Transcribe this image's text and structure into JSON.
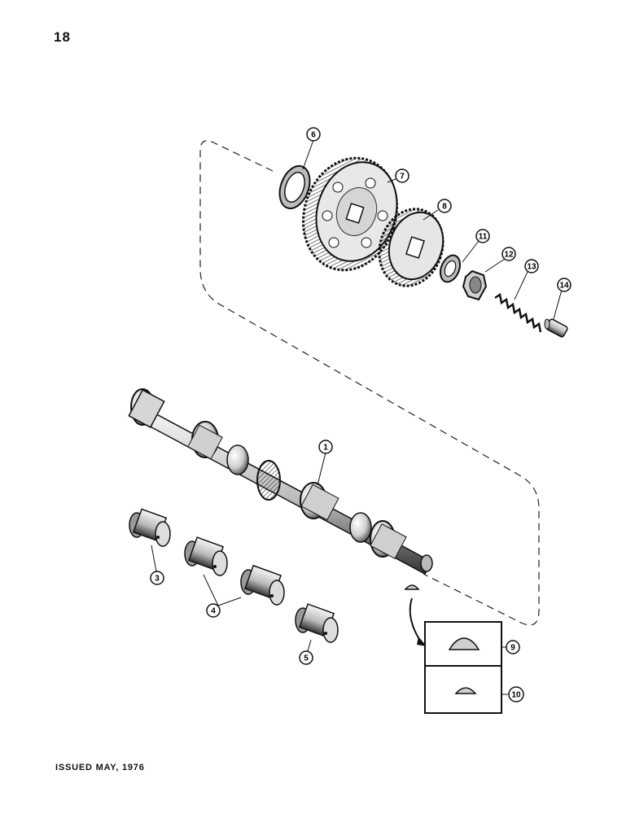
{
  "page": {
    "number": "18",
    "footer": "ISSUED MAY, 1976"
  },
  "callouts": [
    {
      "id": "c1",
      "label": "1"
    },
    {
      "id": "c3",
      "label": "3"
    },
    {
      "id": "c4",
      "label": "4"
    },
    {
      "id": "c5",
      "label": "5"
    },
    {
      "id": "c6",
      "label": "6"
    },
    {
      "id": "c7",
      "label": "7"
    },
    {
      "id": "c8",
      "label": "8"
    },
    {
      "id": "c9",
      "label": "9"
    },
    {
      "id": "c10",
      "label": "10"
    },
    {
      "id": "c11",
      "label": "11"
    },
    {
      "id": "c12",
      "label": "12"
    },
    {
      "id": "c13",
      "label": "13"
    },
    {
      "id": "c14",
      "label": "14"
    }
  ]
}
